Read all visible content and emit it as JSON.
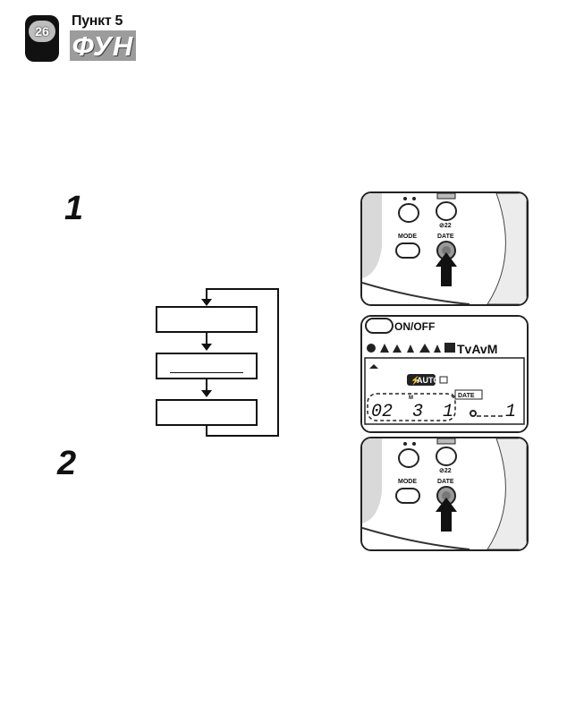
{
  "header": {
    "page_number": "26",
    "section_label": "Пункт 5",
    "section_title": "ФУН"
  },
  "steps": [
    {
      "number": "1"
    },
    {
      "number": "2"
    }
  ],
  "camera_panels": {
    "mode_button_label": "MODE",
    "date_button_label": "DATE",
    "power_label": "ON/OFF",
    "exposure_modes": "TvAvM",
    "flash_mode_label": "AUTO",
    "date_tag_label": "DATE",
    "date_year": "02",
    "date_month_marker": "M",
    "date_month": "3",
    "date_day": "1",
    "frame_count": "1"
  }
}
